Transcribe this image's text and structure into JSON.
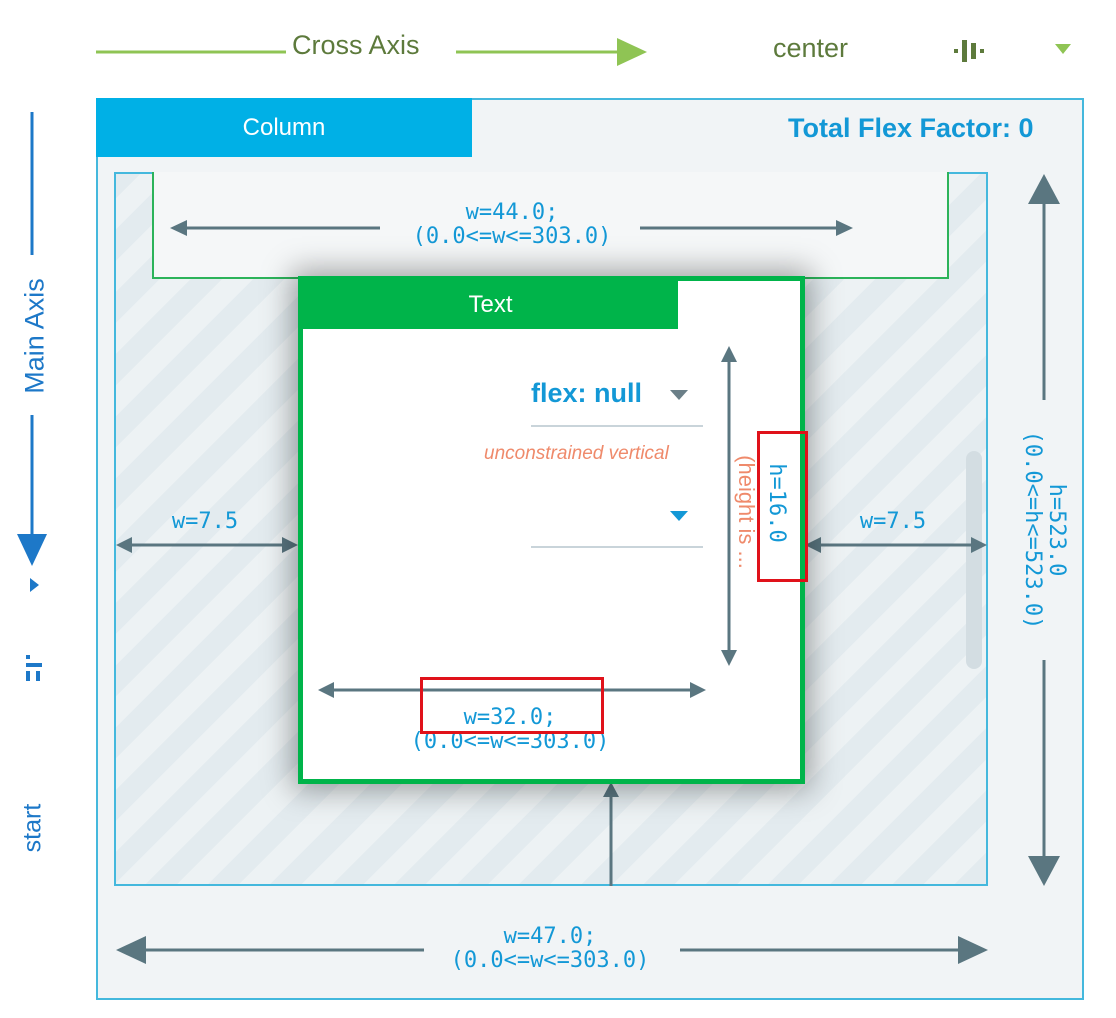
{
  "header": {
    "cross_axis_label": "Cross Axis",
    "cross_axis_value": "center",
    "main_axis_label": "Main Axis",
    "main_axis_value": "start"
  },
  "column": {
    "tab_label": "Column",
    "total_flex_factor": "Total Flex Factor: 0",
    "width_line1": "w=47.0;",
    "width_line2": "(0.0<=w<=303.0)",
    "height_line1": "h=523.0",
    "height_line2": "(0.0<=h<=523.0)"
  },
  "upper_child": {
    "width_line1": "w=44.0;",
    "width_line2": "(0.0<=w<=303.0)"
  },
  "spacing": {
    "left": "w=7.5",
    "right": "w=7.5"
  },
  "text_widget": {
    "tab_label": "Text",
    "flex_value": "flex: null",
    "unconstrained_note": "unconstrained vertical",
    "height_note": "(height is ...",
    "height_label": "h=16.0",
    "width_line1": "w=32.0;",
    "width_line2": "(0.0<=w<=303.0)"
  },
  "colors": {
    "column_blue": "#00b0e6",
    "text_green": "#00b44a",
    "label_blue": "#1398d6",
    "arrow_gray": "#5a7680",
    "cross_axis_green": "#8fc454",
    "main_axis_blue": "#1d78c8",
    "warning_orange": "#ef8a6b",
    "highlight_red": "#e0121a"
  }
}
